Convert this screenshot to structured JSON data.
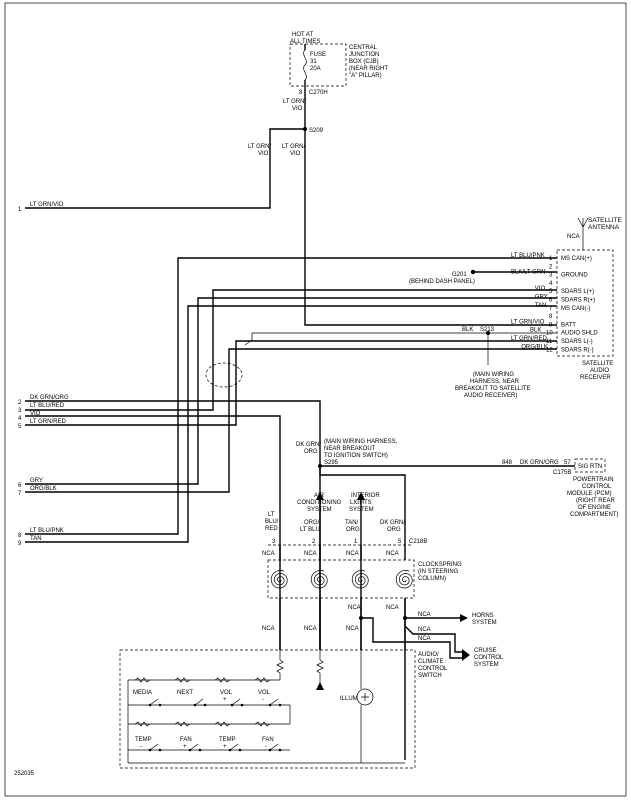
{
  "border_id": "252035",
  "top": {
    "hot": [
      "HOT AT",
      "ALL TIMES"
    ],
    "fuse": [
      "FUSE",
      "31",
      "20A"
    ],
    "cjb": [
      "CENTRAL",
      "JUNCTION",
      "BOX (CJB)",
      "(NEAR RIGHT",
      "\"A\" PILLAR)"
    ],
    "pin8": "8",
    "c270h": "C270H",
    "wire_top": [
      "LT GRN/",
      "VIO"
    ],
    "s209": "S209",
    "wire_left": [
      "LT GRN/",
      "VIO"
    ],
    "wire_right": [
      "LT GRN/",
      "VIO"
    ]
  },
  "left_connector": [
    {
      "pin": "1",
      "label": "LT GRN/VIO"
    },
    {
      "pin": "2",
      "label": "DK GRN/ORG"
    },
    {
      "pin": "3",
      "label": "LT BLU/RED"
    },
    {
      "pin": "4",
      "label": "VIO"
    },
    {
      "pin": "5",
      "label": "LT GRN/RED"
    },
    {
      "pin": "6",
      "label": "GRY"
    },
    {
      "pin": "7",
      "label": "ORG/BLK"
    },
    {
      "pin": "8",
      "label": "LT BLU/PNK"
    },
    {
      "pin": "9",
      "label": "TAN"
    }
  ],
  "receiver": {
    "antenna": [
      "SATELLITE",
      "ANTENNA"
    ],
    "nca": "NCA",
    "title": [
      "SATELLITE",
      "AUDIO",
      "RECEIVER"
    ],
    "pins": [
      {
        "num": "1",
        "name": "MS CAN(+)",
        "wire": "LT BLU/PNK"
      },
      {
        "num": "2",
        "name": "",
        "wire": ""
      },
      {
        "num": "3",
        "name": "GROUND",
        "wire": "BLK/LT GRN"
      },
      {
        "num": "4",
        "name": "",
        "wire": ""
      },
      {
        "num": "5",
        "name": "SDARS L(+)",
        "wire": "VIO"
      },
      {
        "num": "6",
        "name": "SDARS R(+)",
        "wire": "GRY"
      },
      {
        "num": "7",
        "name": "MS CAN(-)",
        "wire": "TAN"
      },
      {
        "num": "8",
        "name": "",
        "wire": ""
      },
      {
        "num": "9",
        "name": "BATT",
        "wire": "LT GRN/VIO"
      },
      {
        "num": "10",
        "name": "AUDIO SHLD",
        "wire": "BLK"
      },
      {
        "num": "11",
        "name": "SDARS L(-)",
        "wire": "LT GRN/RED"
      },
      {
        "num": "12",
        "name": "SDARS R(-)",
        "wire": "ORG/BLK"
      }
    ],
    "g201": "G201",
    "g201_note": "(BEHIND DASH PANEL)",
    "blk_left": "BLK",
    "s213": "S213",
    "s213_note": [
      "(MAIN WIRING",
      "HARNESS, NEAR",
      "BREAKOUT TO SATELLITE",
      "AUDIO RECEIVER)"
    ]
  },
  "mid": {
    "wire": [
      "DK GRN/",
      "ORG"
    ],
    "note": [
      "(MAIN WIRING HARNESS,",
      "NEAR BREAKOUT",
      "TO IGNITION SWITCH)"
    ],
    "s295": "S295",
    "pin848": "848",
    "wire_pcm": "DK GRN/ORG",
    "pin57": "57",
    "c175b": "C175B",
    "sig_rtn": "SIG RTN",
    "pcm": [
      "POWERTRAIN",
      "CONTROL",
      "MODULE (PCM)",
      "(RIGHT REAR",
      "OF ENGINE",
      "COMPARTMENT)"
    ]
  },
  "clockspring": {
    "cols": [
      {
        "top": [
          "LT",
          "BLU/",
          "RED"
        ],
        "pin": "3"
      },
      {
        "top": [
          "AIR",
          "CONDITIONING",
          "SYSTEM"
        ],
        "wire": [
          "ORG/",
          "LT BLU"
        ],
        "pin": "2"
      },
      {
        "top": [
          "INTERIOR",
          "LIGHTS",
          "SYSTEM"
        ],
        "wire": [
          "TAN/",
          "ORG"
        ],
        "pin": "1"
      },
      {
        "top": [],
        "wire": [
          "DK GRN/",
          "ORG"
        ],
        "pin": "5"
      }
    ],
    "c218b": "C218B",
    "nca": "NCA",
    "label": [
      "CLOCKSPRING",
      "(IN STEERING",
      "COLUMN)"
    ]
  },
  "outputs": {
    "nca": "NCA",
    "horns": [
      "HORNS",
      "SYSTEM"
    ],
    "cruise": [
      "CRUISE",
      "CONTROL",
      "SYSTEM"
    ]
  },
  "switch": {
    "label": [
      "AUDIO/",
      "CLIMATE",
      "CONTROL",
      "SWITCH"
    ],
    "illum": "ILLUM",
    "row1": [
      "MEDIA",
      "NEXT",
      "VOL",
      "VOL"
    ],
    "row1_sign": [
      "",
      "",
      "+",
      "-"
    ],
    "row2": [
      "TEMP",
      "FAN",
      "TEMP",
      "FAN"
    ],
    "row2_sign": [
      "-",
      "+",
      "+",
      "-"
    ]
  }
}
